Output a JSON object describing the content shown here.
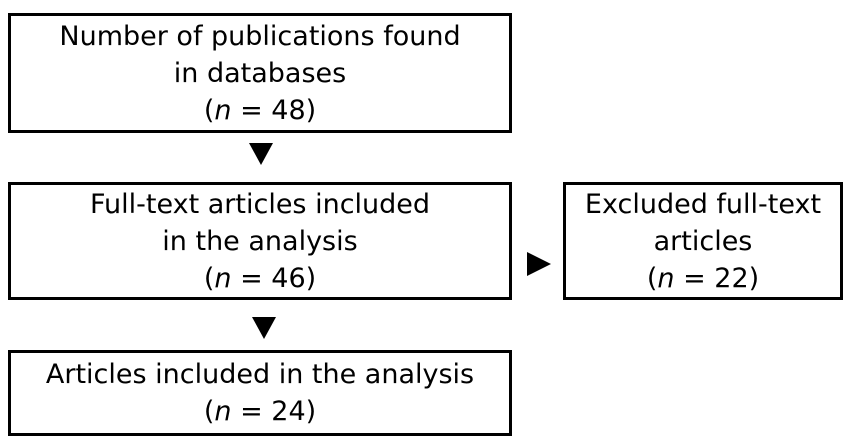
{
  "flowchart": {
    "background_color": "#ffffff",
    "box_border_color": "#000000",
    "text_color": "#000000",
    "arrow_color": "#000000",
    "boxes": {
      "databases": {
        "lines": [
          "Number of publications found",
          "in databases"
        ],
        "count": {
          "open": "(",
          "symbol": "n",
          "rest": " = 48)",
          "value": 48
        }
      },
      "fulltext_included": {
        "lines": [
          "Full-text articles included",
          "in the analysis"
        ],
        "count": {
          "open": "(",
          "symbol": "n",
          "rest": " = 46)",
          "value": 46
        }
      },
      "excluded": {
        "lines": [
          "Excluded full-text",
          "articles"
        ],
        "count": {
          "open": "(",
          "symbol": "n",
          "rest": " = 22)",
          "value": 22
        }
      },
      "final_included": {
        "lines": [
          "Articles included in the analysis"
        ],
        "count": {
          "open": "(",
          "symbol": "n",
          "rest": " = 24)",
          "value": 24
        }
      }
    },
    "icons": {
      "down_arrow": "▼ solid triangle pointing down",
      "right_arrow": "► solid triangle pointing right"
    }
  }
}
